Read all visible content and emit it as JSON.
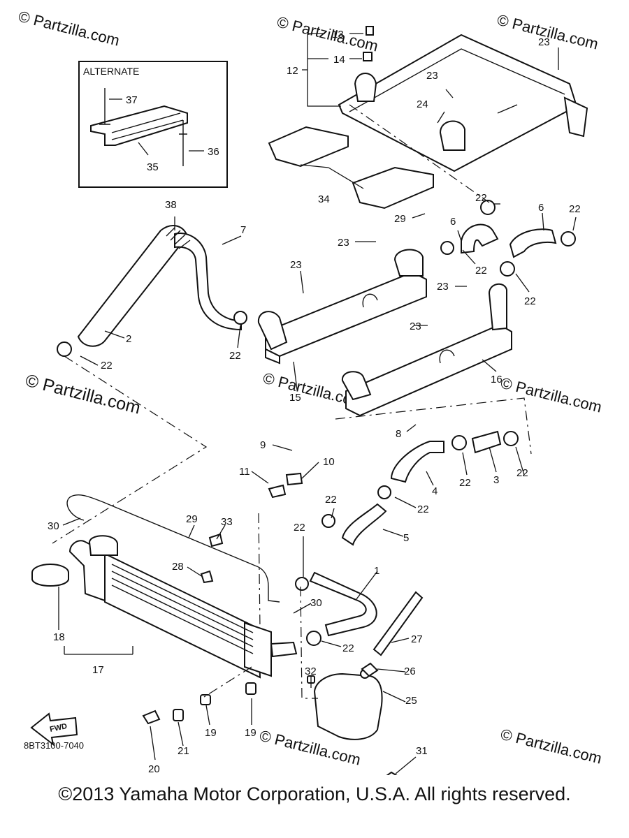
{
  "alternate_label": "ALTERNATE",
  "diagram_code": "8BT3100-7040",
  "fwd_label": "FWD",
  "copyright": "©2013 Yamaha Motor Corporation, U.S.A. All rights reserved.",
  "watermarks": [
    "© Partzilla.com",
    "© Partzilla.com",
    "© Partzilla.com",
    "© Partzilla.com",
    "© Partzilla.com",
    "© Partzilla.com",
    "© Partzilla.com"
  ],
  "watermark_large": "© Partzilla.com",
  "callouts": [
    {
      "id": "c13",
      "label": "13"
    },
    {
      "id": "c14",
      "label": "14"
    },
    {
      "id": "c12",
      "label": "12"
    },
    {
      "id": "c23a",
      "label": "23"
    },
    {
      "id": "c23b",
      "label": "23"
    },
    {
      "id": "c24",
      "label": "24"
    },
    {
      "id": "c37",
      "label": "37"
    },
    {
      "id": "c36",
      "label": "36"
    },
    {
      "id": "c35",
      "label": "35"
    },
    {
      "id": "c34",
      "label": "34"
    },
    {
      "id": "c29a",
      "label": "29"
    },
    {
      "id": "c22a",
      "label": "22"
    },
    {
      "id": "c38",
      "label": "38"
    },
    {
      "id": "c7",
      "label": "7"
    },
    {
      "id": "c6a",
      "label": "6"
    },
    {
      "id": "c6b",
      "label": "6"
    },
    {
      "id": "c22b",
      "label": "22"
    },
    {
      "id": "c22c",
      "label": "22"
    },
    {
      "id": "c22d",
      "label": "22"
    },
    {
      "id": "c23c",
      "label": "23"
    },
    {
      "id": "c23d",
      "label": "23"
    },
    {
      "id": "c23e",
      "label": "23"
    },
    {
      "id": "c23f",
      "label": "23"
    },
    {
      "id": "c2",
      "label": "2"
    },
    {
      "id": "c22e",
      "label": "22"
    },
    {
      "id": "c22f",
      "label": "22"
    },
    {
      "id": "c15",
      "label": "15"
    },
    {
      "id": "c16",
      "label": "16"
    },
    {
      "id": "c8",
      "label": "8"
    },
    {
      "id": "c9",
      "label": "9"
    },
    {
      "id": "c10",
      "label": "10"
    },
    {
      "id": "c11",
      "label": "11"
    },
    {
      "id": "c4",
      "label": "4"
    },
    {
      "id": "c22g",
      "label": "22"
    },
    {
      "id": "c3",
      "label": "3"
    },
    {
      "id": "c22h",
      "label": "22"
    },
    {
      "id": "c22i",
      "label": "22"
    },
    {
      "id": "c22j",
      "label": "22"
    },
    {
      "id": "c5",
      "label": "5"
    },
    {
      "id": "c22k",
      "label": "22"
    },
    {
      "id": "c30a",
      "label": "30"
    },
    {
      "id": "c29b",
      "label": "29"
    },
    {
      "id": "c33",
      "label": "33"
    },
    {
      "id": "c28",
      "label": "28"
    },
    {
      "id": "c1",
      "label": "1"
    },
    {
      "id": "c30b",
      "label": "30"
    },
    {
      "id": "c18",
      "label": "18"
    },
    {
      "id": "c17",
      "label": "17"
    },
    {
      "id": "c22l",
      "label": "22"
    },
    {
      "id": "c27",
      "label": "27"
    },
    {
      "id": "c26",
      "label": "26"
    },
    {
      "id": "c32",
      "label": "32"
    },
    {
      "id": "c25",
      "label": "25"
    },
    {
      "id": "c19a",
      "label": "19"
    },
    {
      "id": "c19b",
      "label": "19"
    },
    {
      "id": "c20",
      "label": "20"
    },
    {
      "id": "c21",
      "label": "21"
    },
    {
      "id": "c31",
      "label": "31"
    }
  ]
}
